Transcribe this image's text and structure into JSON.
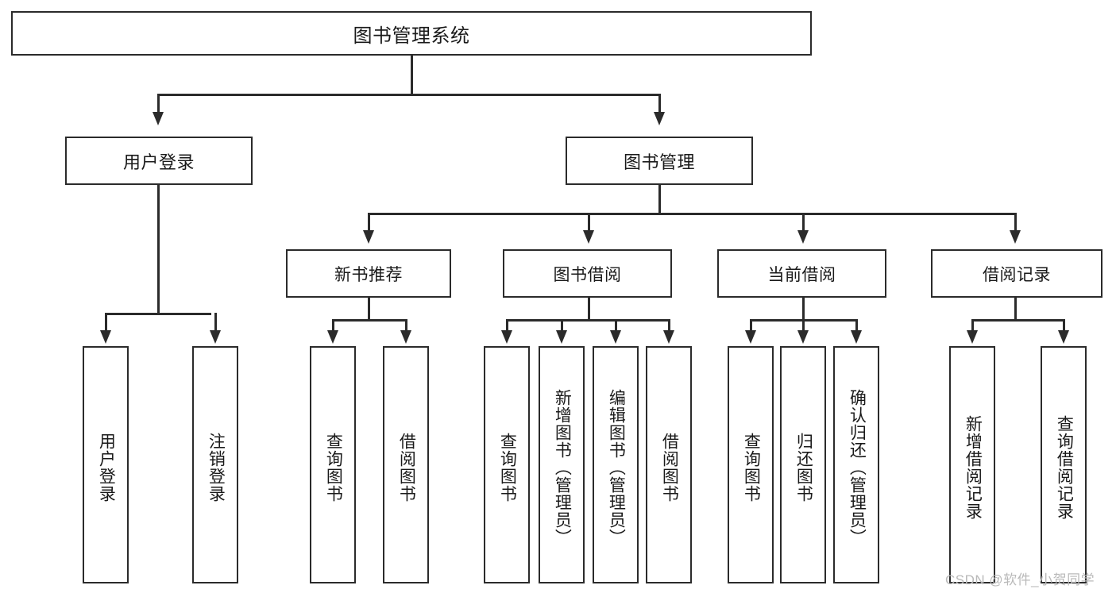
{
  "diagram": {
    "title": "图书管理系统",
    "type": "hierarchy-tree",
    "root": {
      "label": "图书管理系统"
    },
    "level2": [
      {
        "id": "user-login",
        "label": "用户登录"
      },
      {
        "id": "book-management",
        "label": "图书管理"
      }
    ],
    "level3": [
      {
        "id": "new-book-recommend",
        "label": "新书推荐",
        "parent": "book-management"
      },
      {
        "id": "book-borrow",
        "label": "图书借阅",
        "parent": "book-management"
      },
      {
        "id": "current-borrow",
        "label": "当前借阅",
        "parent": "book-management"
      },
      {
        "id": "borrow-record",
        "label": "借阅记录",
        "parent": "book-management"
      }
    ],
    "leaves": {
      "user_login": [
        {
          "id": "leaf-user-login",
          "label": "用户登录"
        },
        {
          "id": "leaf-logout-login",
          "label": "注销登录"
        }
      ],
      "new_book_recommend": [
        {
          "id": "leaf-query-book-1",
          "label": "查询图书"
        },
        {
          "id": "leaf-borrow-book-1",
          "label": "借阅图书"
        }
      ],
      "book_borrow": [
        {
          "id": "leaf-query-book-2",
          "label": "查询图书"
        },
        {
          "id": "leaf-add-book",
          "label": "新增图书（管理员）"
        },
        {
          "id": "leaf-edit-book",
          "label": "编辑图书（管理员）"
        },
        {
          "id": "leaf-borrow-book-2",
          "label": "借阅图书"
        }
      ],
      "current_borrow": [
        {
          "id": "leaf-query-book-3",
          "label": "查询图书"
        },
        {
          "id": "leaf-return-book",
          "label": "归还图书"
        },
        {
          "id": "leaf-confirm-return",
          "label": "确认归还（管理员）"
        }
      ],
      "borrow_record": [
        {
          "id": "leaf-add-record",
          "label": "新增借阅记录"
        },
        {
          "id": "leaf-query-record",
          "label": "查询借阅记录"
        }
      ]
    }
  },
  "watermark": {
    "text": "CSDN @软件_小贺同学"
  },
  "colors": {
    "stroke": "#2b2b2b",
    "fill": "#ffffff",
    "text": "#1a1a1a",
    "watermark": "#b9b9b9"
  }
}
